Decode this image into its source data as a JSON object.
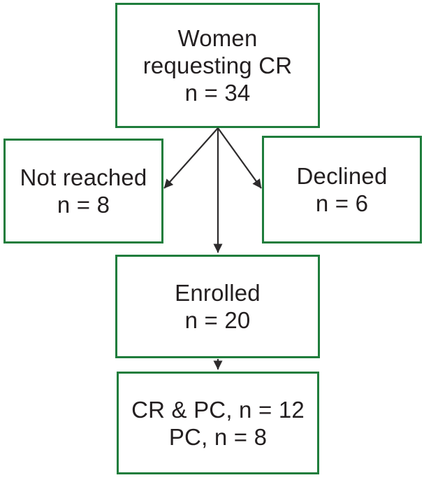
{
  "diagram": {
    "type": "flowchart",
    "boxes": {
      "source": {
        "lines": [
          "Women",
          "requesting CR",
          "n = 34"
        ]
      },
      "not_reached": {
        "lines": [
          "Not reached",
          "n = 8"
        ]
      },
      "declined": {
        "lines": [
          "Declined",
          "n = 6"
        ]
      },
      "enrolled": {
        "lines": [
          "Enrolled",
          "n = 20"
        ]
      },
      "outcome": {
        "lines": [
          "CR & PC, n = 12",
          "PC, n = 8"
        ]
      }
    },
    "edges": [
      {
        "from": "source",
        "to": "not_reached"
      },
      {
        "from": "source",
        "to": "declined"
      },
      {
        "from": "source",
        "to": "enrolled"
      },
      {
        "from": "enrolled",
        "to": "outcome"
      }
    ],
    "colors": {
      "box_border": "#1f7d3c",
      "text": "#231f20",
      "arrow": "#2d2b2c",
      "background": "#ffffff"
    }
  }
}
